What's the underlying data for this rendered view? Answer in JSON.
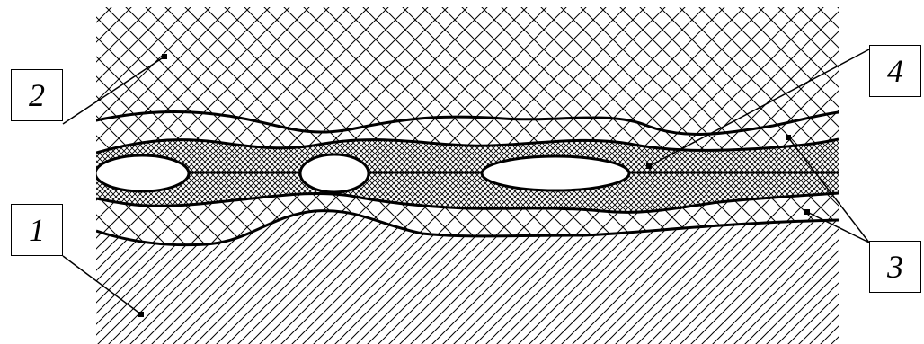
{
  "labels": {
    "label_1": "1",
    "label_2": "2",
    "label_3": "3",
    "label_4": "4"
  },
  "colors": {
    "line": "#000000",
    "background": "#ffffff"
  }
}
